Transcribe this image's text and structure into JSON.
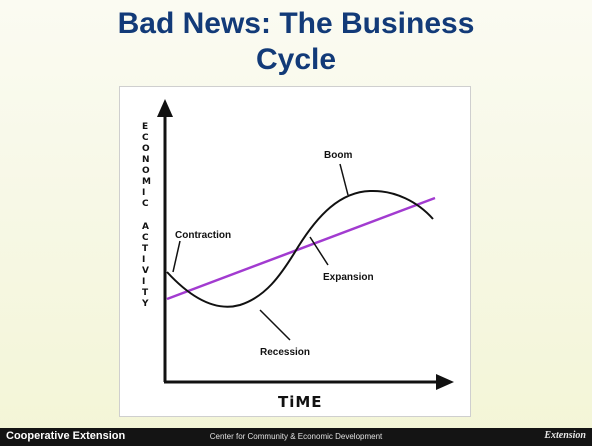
{
  "slide": {
    "title_line1": "Bad News: The Business",
    "title_line2": "Cycle"
  },
  "diagram": {
    "y_axis_label": "ECONOMIC ACTIVITY",
    "y_axis_letters": [
      "E",
      "C",
      "O",
      "N",
      "O",
      "M",
      "I",
      "C",
      "A",
      "C",
      "T",
      "I",
      "V",
      "I",
      "T",
      "Y"
    ],
    "x_axis_label": "TiME",
    "phases": {
      "contraction": "Contraction",
      "boom": "Boom",
      "expansion": "Expansion",
      "recession": "Recession"
    },
    "trend_color": "#a23bd0",
    "curve_color": "#111111"
  },
  "footer": {
    "left": "Cooperative Extension",
    "center": "Center for Community & Economic Development",
    "right": "Extension"
  }
}
